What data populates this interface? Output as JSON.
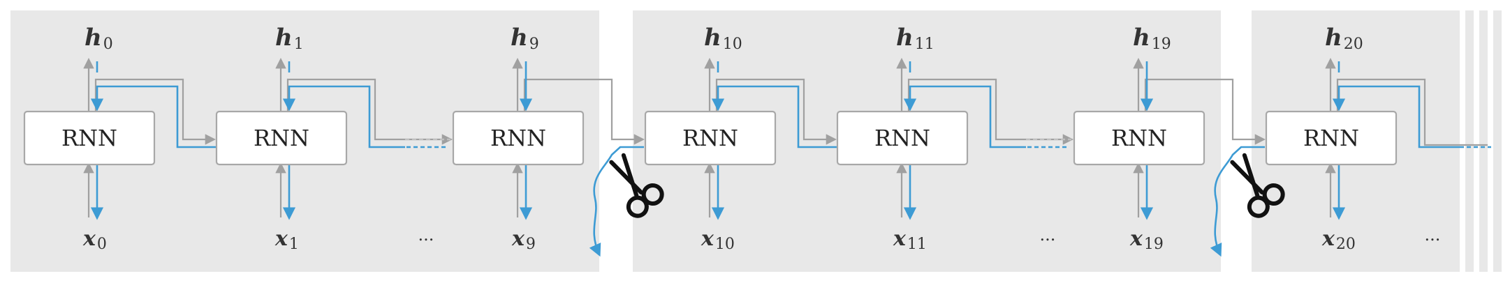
{
  "colors": {
    "segment_bg": "#e8e8e8",
    "box_fill": "#ffffff",
    "box_stroke": "#a8a8a8",
    "forward_arrow": "#a0a0a0",
    "backward_arrow": "#3d9bd4",
    "text": "#333333"
  },
  "cells": [
    {
      "label": "RNN",
      "h": "h",
      "h_sub": "0",
      "x": "x",
      "x_sub": "0"
    },
    {
      "label": "RNN",
      "h": "h",
      "h_sub": "1",
      "x": "x",
      "x_sub": "1"
    },
    {
      "label": "RNN",
      "h": "h",
      "h_sub": "9",
      "x": "x",
      "x_sub": "9"
    },
    {
      "label": "RNN",
      "h": "h",
      "h_sub": "10",
      "x": "x",
      "x_sub": "10"
    },
    {
      "label": "RNN",
      "h": "h",
      "h_sub": "11",
      "x": "x",
      "x_sub": "11"
    },
    {
      "label": "RNN",
      "h": "h",
      "h_sub": "19",
      "x": "x",
      "x_sub": "19"
    },
    {
      "label": "RNN",
      "h": "h",
      "h_sub": "20",
      "x": "x",
      "x_sub": "20"
    }
  ],
  "ellipses": [
    "...",
    "...",
    "..."
  ],
  "icons": [
    "scissors-icon",
    "scissors-icon"
  ]
}
